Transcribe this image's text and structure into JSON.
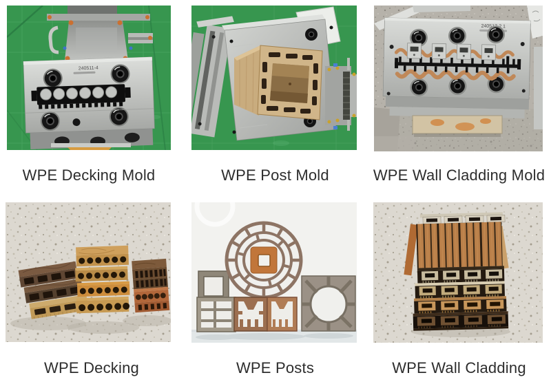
{
  "page": {
    "background": "#ffffff"
  },
  "cells": [
    {
      "caption": "WPE Decking Mold",
      "serial": "240511-4"
    },
    {
      "caption": "WPE Post Mold"
    },
    {
      "caption": "WPE Wall Cladding Mold",
      "serial": "240517-2 1"
    },
    {
      "caption": "WPE Decking"
    },
    {
      "caption": "WPE Posts"
    },
    {
      "caption": "WPE Wall Cladding"
    }
  ],
  "colors": {
    "caption_text": "#2d2d2d",
    "mat_green": "#37964f",
    "steel_gray": "#b9bbb8",
    "concrete_gray": "#b6b2aa",
    "terrazzo_gray": "#dcd8d0",
    "wood_tan": "#cdb289",
    "copper_wave": "#c08552",
    "teak_brown": "#b97f49",
    "orange_core": "#c1763a"
  }
}
